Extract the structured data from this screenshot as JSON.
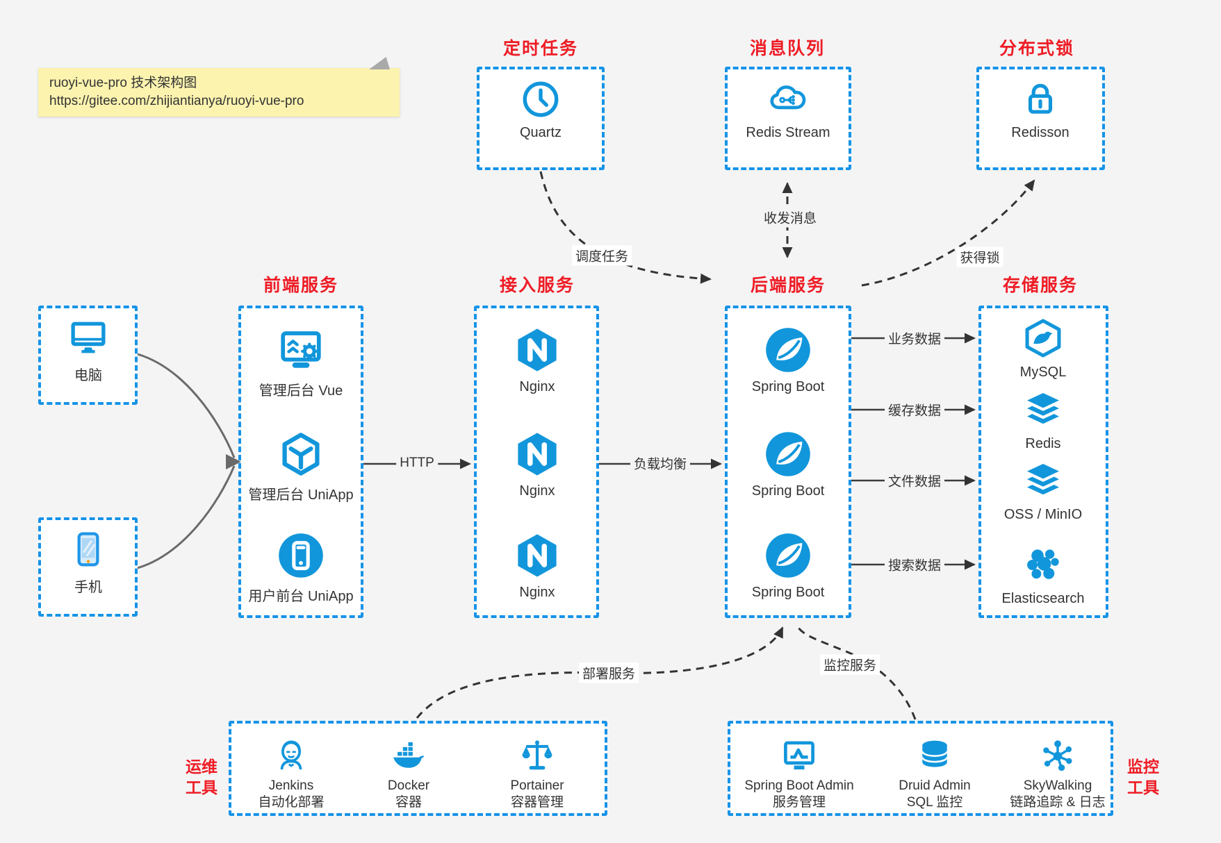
{
  "note": {
    "line1": "ruoyi-vue-pro 技术架构图",
    "line2": "https://gitee.com/zhijiantianya/ruoyi-vue-pro"
  },
  "colors": {
    "accent_blue": "#1296db",
    "box_border_blue": "#1693e8",
    "title_red": "#ee1c25",
    "background": "#f4f4f5",
    "text": "#333333",
    "note_yellow": "#fbf3ae"
  },
  "top_groups": [
    {
      "title": "定时任务",
      "icon": "clock-icon",
      "label": "Quartz"
    },
    {
      "title": "消息队列",
      "icon": "message-cloud-icon",
      "label": "Redis Stream"
    },
    {
      "title": "分布式锁",
      "icon": "lock-icon",
      "label": "Redisson"
    }
  ],
  "clients": [
    {
      "icon": "desktop-icon",
      "label": "电脑"
    },
    {
      "icon": "mobile-icon",
      "label": "手机"
    }
  ],
  "columns": [
    {
      "title": "前端服务",
      "items": [
        {
          "icon": "admin-vue-icon",
          "label": "管理后台 Vue"
        },
        {
          "icon": "uniapp-cube-icon",
          "label": "管理后台 UniApp"
        },
        {
          "icon": "user-app-icon",
          "label": "用户前台 UniApp"
        }
      ]
    },
    {
      "title": "接入服务",
      "items": [
        {
          "icon": "nginx-icon",
          "label": "Nginx"
        },
        {
          "icon": "nginx-icon",
          "label": "Nginx"
        },
        {
          "icon": "nginx-icon",
          "label": "Nginx"
        }
      ]
    },
    {
      "title": "后端服务",
      "items": [
        {
          "icon": "spring-icon",
          "label": "Spring Boot"
        },
        {
          "icon": "spring-icon",
          "label": "Spring Boot"
        },
        {
          "icon": "spring-icon",
          "label": "Spring Boot"
        }
      ]
    },
    {
      "title": "存储服务",
      "items": [
        {
          "icon": "mysql-icon",
          "label": "MySQL"
        },
        {
          "icon": "redis-icon",
          "label": "Redis"
        },
        {
          "icon": "oss-icon",
          "label": "OSS / MinIO"
        },
        {
          "icon": "elasticsearch-icon",
          "label": "Elasticsearch"
        }
      ]
    }
  ],
  "edges": {
    "http": "HTTP",
    "load_balance": "负载均衡",
    "schedule": "调度任务",
    "message": "收发消息",
    "lock": "获得锁",
    "business_data": "业务数据",
    "cache_data": "缓存数据",
    "file_data": "文件数据",
    "search_data": "搜索数据",
    "deploy": "部署服务",
    "monitor": "监控服务"
  },
  "bottom_groups": [
    {
      "title_line1": "运维",
      "title_line2": "工具",
      "items": [
        {
          "icon": "jenkins-icon",
          "label": "Jenkins",
          "sub": "自动化部署"
        },
        {
          "icon": "docker-icon",
          "label": "Docker",
          "sub": "容器"
        },
        {
          "icon": "portainer-icon",
          "label": "Portainer",
          "sub": "容器管理"
        }
      ]
    },
    {
      "title_line1": "监控",
      "title_line2": "工具",
      "items": [
        {
          "icon": "springboot-admin-icon",
          "label": "Spring Boot Admin",
          "sub": "服务管理"
        },
        {
          "icon": "druid-icon",
          "label": "Druid Admin",
          "sub": "SQL 监控"
        },
        {
          "icon": "skywalking-icon",
          "label": "SkyWalking",
          "sub": "链路追踪 & 日志"
        }
      ]
    }
  ]
}
